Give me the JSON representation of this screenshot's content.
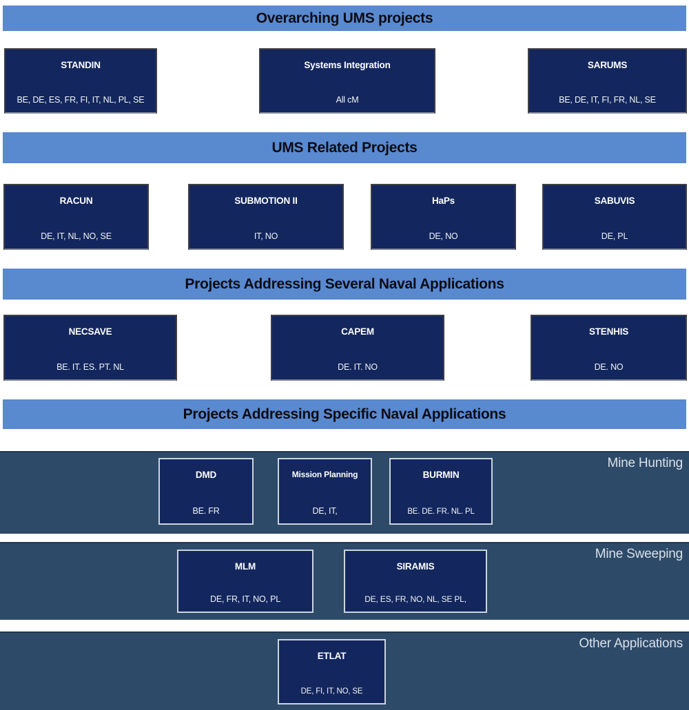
{
  "colors": {
    "banner_blue": "#5989cf",
    "box_navy": "#13275e",
    "band_slate": "#2d4a68",
    "banner_text": "#0c0c14",
    "box_text": "#ffffff",
    "band_label_text": "#d9e0e9"
  },
  "banners": [
    {
      "label": "Overarching UMS projects"
    },
    {
      "label": "UMS Related Projects"
    },
    {
      "label": "Projects Addressing Several Naval Applications"
    },
    {
      "label": "Projects Addressing Specific Naval Applications"
    }
  ],
  "rows": [
    {
      "boxes": [
        {
          "title": "STANDIN",
          "participants": "BE, DE, ES, FR, FI, IT, NL, PL, SE"
        },
        {
          "title": "Systems Integration",
          "participants": "All cM"
        },
        {
          "title": "SARUMS",
          "participants": "BE, DE, IT, FI, FR, NL, SE"
        }
      ]
    },
    {
      "boxes": [
        {
          "title": "RACUN",
          "participants": "DE, IT, NL, NO, SE"
        },
        {
          "title": "SUBMOTION II",
          "participants": "IT, NO"
        },
        {
          "title": "HaPs",
          "participants": "DE, NO"
        },
        {
          "title": "SABUVIS",
          "participants": "DE, PL"
        }
      ]
    },
    {
      "boxes": [
        {
          "title": "NECSAVE",
          "participants": "BE. IT. ES. PT. NL"
        },
        {
          "title": "CAPEM",
          "participants": "DE. IT. NO"
        },
        {
          "title": "STENHIS",
          "participants": "DE. NO"
        }
      ]
    }
  ],
  "bands": [
    {
      "label": "Mine Hunting",
      "boxes": [
        {
          "title": "DMD",
          "participants": "BE. FR"
        },
        {
          "title": "Mission Planning",
          "participants": "DE, IT,"
        },
        {
          "title": "BURMIN",
          "participants": "BE. DE. FR. NL. PL"
        }
      ]
    },
    {
      "label": "Mine Sweeping",
      "boxes": [
        {
          "title": "MLM",
          "participants": "DE, FR, IT, NO, PL"
        },
        {
          "title": "SIRAMIS",
          "participants": "DE, ES, FR, NO, NL, SE PL,"
        }
      ]
    },
    {
      "label": "Other Applications",
      "boxes": [
        {
          "title": "ETLAT",
          "participants": "DE, FI, IT, NO, SE"
        }
      ]
    }
  ]
}
